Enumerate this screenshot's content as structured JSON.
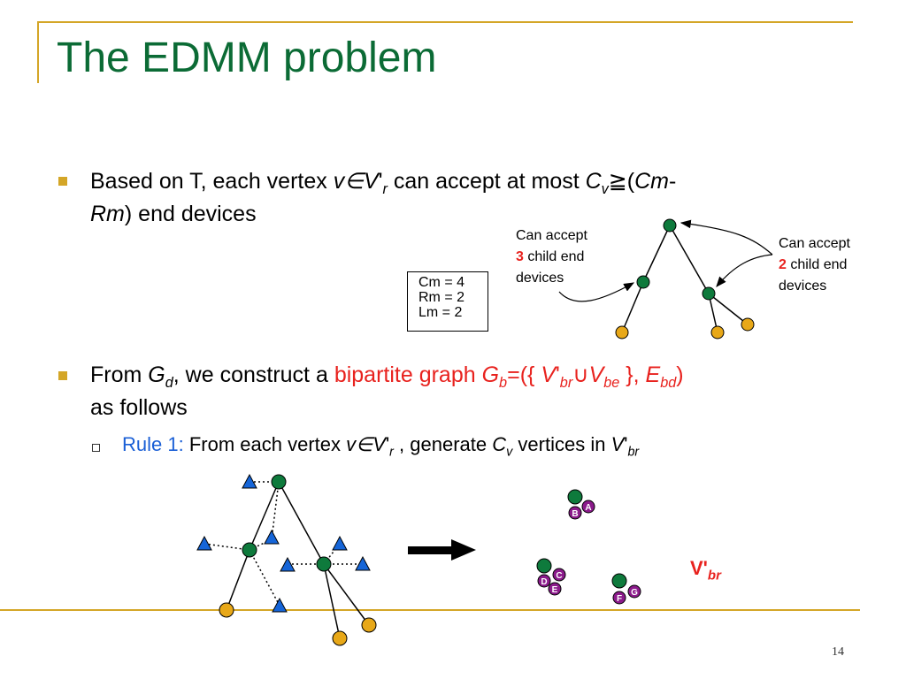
{
  "slide": {
    "title": "The EDMM problem",
    "page_number": "14"
  },
  "bullet1": {
    "t1": "Based on T, each vertex ",
    "v": "v",
    "elem": "∈",
    "vprime": "V",
    "prime": "'",
    "sub_r": "r",
    "t2": " can accept at most ",
    "cv": "C",
    "sub_v": "v",
    "geq": "≧(",
    "cm": "Cm",
    "dash": "-",
    "rm": "Rm",
    "t3": ") end devices"
  },
  "bullet2": {
    "t1": "From ",
    "g": "G",
    "sub_d": "d",
    "t2": ", we construct a ",
    "red": "bipartite graph ",
    "gb": "G",
    "sub_b": "b",
    "t3": "=({ ",
    "v": "V",
    "prime": "'",
    "sub_br": "br",
    "union": "∪",
    "v2": "V",
    "sub_be": "be",
    "t4": " }, ",
    "e": "E",
    "sub_bd": "bd",
    "t5": ")",
    "line2": "as follows"
  },
  "rule1": {
    "label": "Rule 1:",
    "t1": " From each vertex ",
    "v": "v",
    "elem": "∈",
    "vp": "V",
    "prime": "'",
    "sub_r": "r",
    "t2": " , generate ",
    "cv": "C",
    "sub_v": "v",
    "t3": " vertices in ",
    "vbr": "V",
    "prime2": "'",
    "sub_br": "br"
  },
  "note_left": {
    "line1": "Can accept",
    "num": "3",
    "line2": " child end",
    "line3": "devices"
  },
  "note_right": {
    "line1": "Can accept",
    "num": "2",
    "line2": " child end",
    "line3": "devices"
  },
  "params": [
    "Cm = 4",
    "Rm = 2",
    "Lm = 2"
  ],
  "vbr_label": {
    "v": "V'",
    "sub": "br"
  },
  "vertex_labels": [
    "A",
    "B",
    "C",
    "D",
    "E",
    "F",
    "G"
  ],
  "colors": {
    "title": "#0b6b35",
    "accent_gold": "#d4a627",
    "router_node": "#0e7a3c",
    "end_device": "#e8a818",
    "triangle": "#1565d8",
    "vertex_purple": "#8b1a8b",
    "red": "#e8221e"
  }
}
